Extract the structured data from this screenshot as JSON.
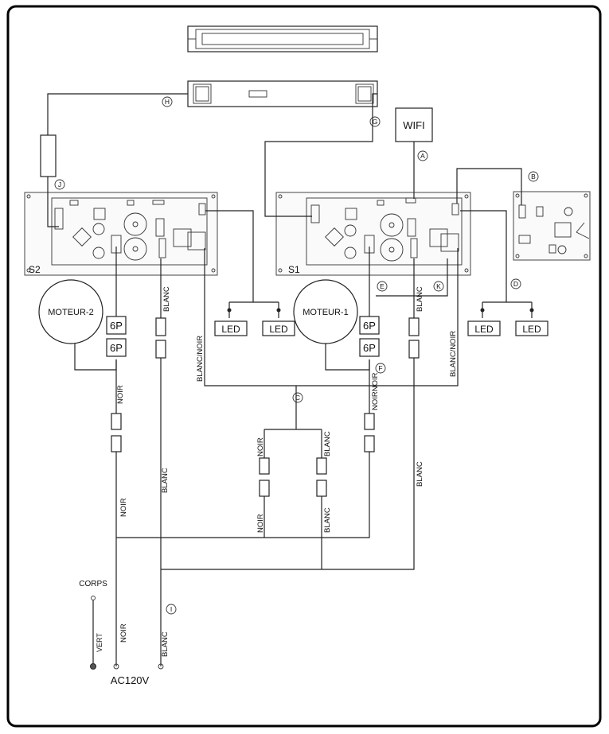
{
  "labels": {
    "wifi": "WIFI",
    "s1": "S1",
    "s2": "S2",
    "moteur1": "MOTEUR-1",
    "moteur2": "MOTEUR-2",
    "led": "LED",
    "conn6p": "6P",
    "corps": "CORPS",
    "vert": "VERT",
    "ac": "AC120V",
    "noir": "NOIR",
    "blanc": "BLANC",
    "blanc_noir": "BLANC/NOIR",
    "noir_noir": "NOIRNOIR"
  },
  "markers": {
    "A": "A",
    "B": "B",
    "C": "C",
    "D": "D",
    "E": "E",
    "F": "F",
    "G": "G",
    "H": "H",
    "I": "I",
    "J": "J",
    "K": "K"
  }
}
